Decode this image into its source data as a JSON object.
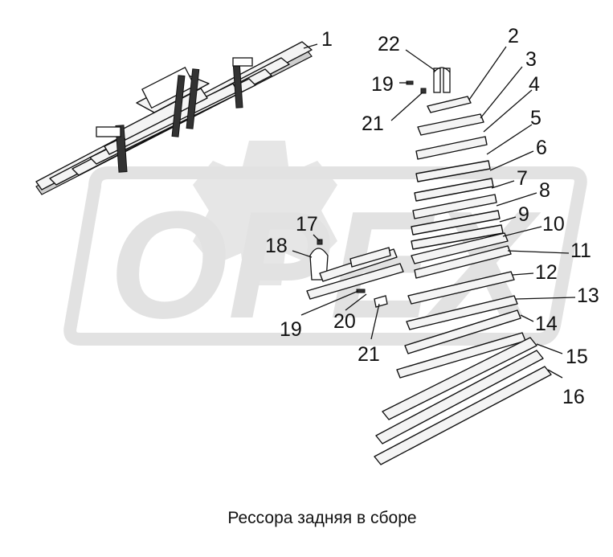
{
  "watermark": {
    "text": "OPEX",
    "color": "#e2e2e2"
  },
  "caption": "Рессора задняя в сборе",
  "callouts": {
    "c1": "1",
    "c2": "2",
    "c3": "3",
    "c4": "4",
    "c5": "5",
    "c6": "6",
    "c7": "7",
    "c8": "8",
    "c9": "9",
    "c10": "10",
    "c11": "11",
    "c12": "12",
    "c13": "13",
    "c14": "14",
    "c15": "15",
    "c16": "16",
    "c17": "17",
    "c18": "18",
    "c19a": "19",
    "c19b": "19",
    "c20": "20",
    "c21a": "21",
    "c21b": "21",
    "c22": "22"
  }
}
